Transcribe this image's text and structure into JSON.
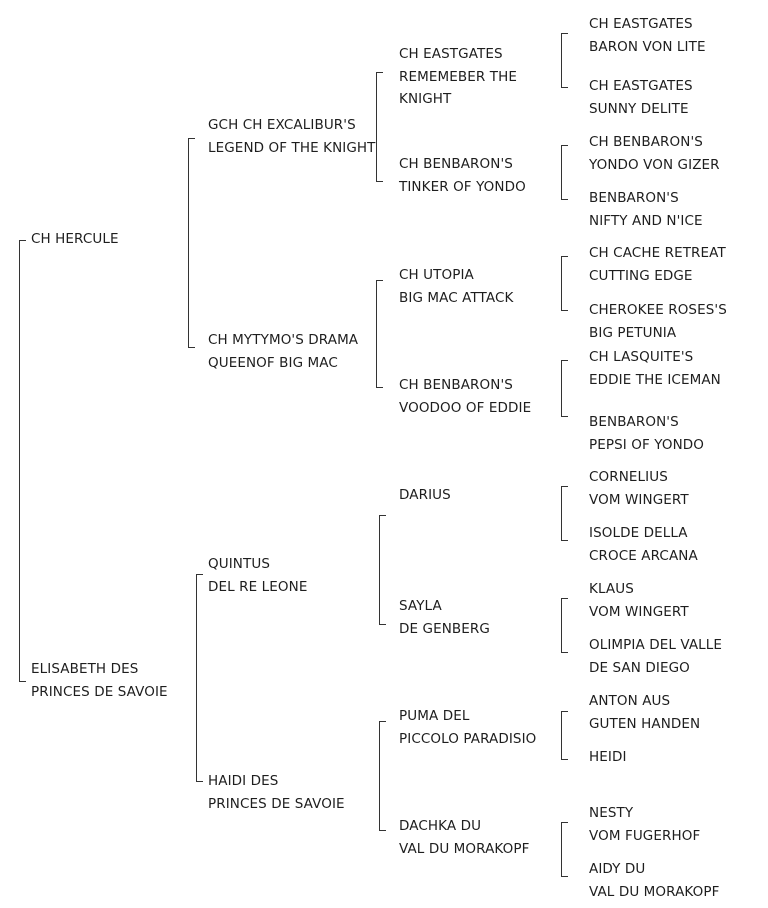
{
  "pedigree": {
    "subject": [
      "CH HERCULE"
    ],
    "dam_line_root": [
      "ELISABETH DES",
      "PRINCES DE SAVOIE"
    ],
    "g1": [
      [
        "GCH CH EXCALIBUR'S",
        "LEGEND OF THE KNIGHT"
      ],
      [
        "CH MYTYMO'S DRAMA",
        "QUEENOF BIG MAC"
      ],
      [
        "QUINTUS",
        "DEL RE LEONE"
      ],
      [
        "HAIDI DES",
        "PRINCES DE SAVOIE"
      ]
    ],
    "g2": [
      [
        "CH EASTGATES",
        "REMEMEBER THE",
        "KNIGHT"
      ],
      [
        "CH BENBARON'S",
        "TINKER OF YONDO"
      ],
      [
        "CH UTOPIA",
        "BIG MAC ATTACK"
      ],
      [
        "CH BENBARON'S",
        "VOODOO OF EDDIE"
      ],
      [
        "DARIUS"
      ],
      [
        "SAYLA",
        "DE GENBERG"
      ],
      [
        "PUMA DEL",
        "PICCOLO PARADISIO"
      ],
      [
        "DACHKA DU",
        "VAL DU MORAKOPF"
      ]
    ],
    "g3": [
      [
        "CH EASTGATES",
        "BARON VON LITE"
      ],
      [
        "CH EASTGATES",
        "SUNNY DELITE"
      ],
      [
        "CH BENBARON'S",
        "YONDO VON GIZER"
      ],
      [
        "BENBARON'S",
        "NIFTY AND N'ICE"
      ],
      [
        "CH CACHE RETREAT",
        "CUTTING EDGE"
      ],
      [
        "CHEROKEE ROSES'S",
        "BIG PETUNIA"
      ],
      [
        "CH LASQUITE'S",
        "EDDIE THE ICEMAN"
      ],
      [
        "BENBARON'S",
        "PEPSI OF YONDO"
      ],
      [
        "CORNELIUS",
        "VOM WINGERT"
      ],
      [
        "ISOLDE DELLA",
        "CROCE ARCANA"
      ],
      [
        "KLAUS",
        "VOM WINGERT"
      ],
      [
        "OLIMPIA DEL VALLE",
        "DE SAN DIEGO"
      ],
      [
        "ANTON AUS",
        "GUTEN HANDEN"
      ],
      [
        "HEIDI"
      ],
      [
        "NESTY",
        "VOM FUGERHOF"
      ],
      [
        "AIDY DU",
        "VAL DU MORAKOPF"
      ]
    ]
  }
}
